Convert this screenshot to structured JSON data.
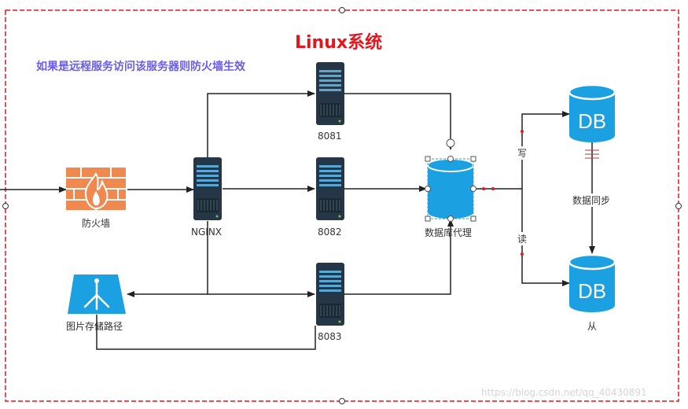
{
  "title": "Linux系统",
  "note": "如果是远程服务访问该服务器则防火墙生效",
  "nodes": {
    "firewall": "防火墙",
    "nginx": "NGINX",
    "server_8081": "8081",
    "server_8082": "8082",
    "server_8083": "8083",
    "db_proxy": "数据库代理",
    "image_storage": "图片存储路径",
    "db_master_text": "DB",
    "db_slave_text": "DB",
    "db_slave_label": "从"
  },
  "edges": {
    "write": "写",
    "read": "读",
    "sync": "数据同步"
  },
  "watermark": "https://blog.csdn.net/qq_40430891",
  "colors": {
    "frame": "#e8141b",
    "title": "#e8141b",
    "note": "#6a5cf0",
    "server": "#253746",
    "db": "#1ba1e2",
    "firewall": "#f0894f",
    "storage": "#1ba1e2"
  }
}
